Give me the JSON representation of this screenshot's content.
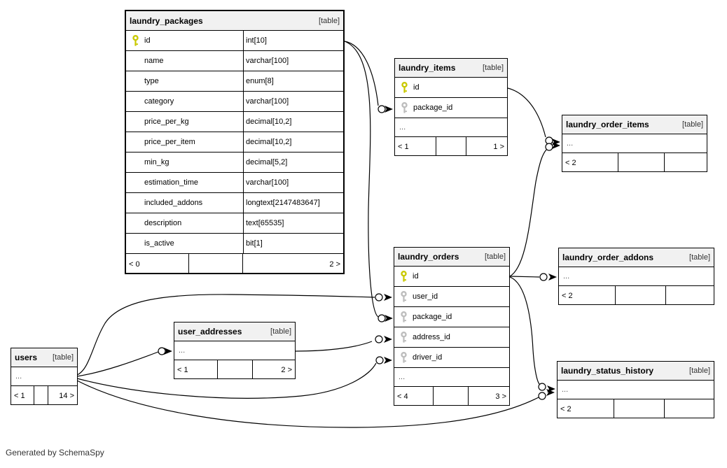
{
  "diagram": {
    "generator_note": "Generated by SchemaSpy",
    "ellipsis_text": "...",
    "colors": {
      "primary_key": "#c9c900",
      "foreign_key": "#bdbdbd",
      "header_bg": "#f1f1f1",
      "border": "#000000"
    },
    "tables": [
      {
        "name": "laundry_packages",
        "tag": "[table]",
        "columns": [
          {
            "name": "id",
            "type": "int[10]",
            "key": "primary"
          },
          {
            "name": "name",
            "type": "varchar[100]",
            "key": ""
          },
          {
            "name": "type",
            "type": "enum[8]",
            "key": ""
          },
          {
            "name": "category",
            "type": "varchar[100]",
            "key": ""
          },
          {
            "name": "price_per_kg",
            "type": "decimal[10,2]",
            "key": ""
          },
          {
            "name": "price_per_item",
            "type": "decimal[10,2]",
            "key": ""
          },
          {
            "name": "min_kg",
            "type": "decimal[5,2]",
            "key": ""
          },
          {
            "name": "estimation_time",
            "type": "varchar[100]",
            "key": ""
          },
          {
            "name": "included_addons",
            "type": "longtext[2147483647]",
            "key": ""
          },
          {
            "name": "description",
            "type": "text[65535]",
            "key": ""
          },
          {
            "name": "is_active",
            "type": "bit[1]",
            "key": ""
          }
        ],
        "has_ellipsis": false,
        "footer_left": "< 0",
        "footer_right": "2 >"
      },
      {
        "name": "laundry_items",
        "tag": "[table]",
        "columns": [
          {
            "name": "id",
            "type": "",
            "key": "primary"
          },
          {
            "name": "package_id",
            "type": "",
            "key": "foreign"
          }
        ],
        "has_ellipsis": true,
        "footer_left": "< 1",
        "footer_right": "1 >"
      },
      {
        "name": "laundry_order_items",
        "tag": "[table]",
        "columns": [],
        "has_ellipsis": true,
        "footer_left": "< 2",
        "footer_right": ""
      },
      {
        "name": "laundry_orders",
        "tag": "[table]",
        "columns": [
          {
            "name": "id",
            "type": "",
            "key": "primary"
          },
          {
            "name": "user_id",
            "type": "",
            "key": "foreign"
          },
          {
            "name": "package_id",
            "type": "",
            "key": "foreign"
          },
          {
            "name": "address_id",
            "type": "",
            "key": "foreign"
          },
          {
            "name": "driver_id",
            "type": "",
            "key": "foreign"
          }
        ],
        "has_ellipsis": true,
        "footer_left": "< 4",
        "footer_right": "3 >"
      },
      {
        "name": "laundry_order_addons",
        "tag": "[table]",
        "columns": [],
        "has_ellipsis": true,
        "footer_left": "< 2",
        "footer_right": ""
      },
      {
        "name": "laundry_status_history",
        "tag": "[table]",
        "columns": [],
        "has_ellipsis": true,
        "footer_left": "< 2",
        "footer_right": ""
      },
      {
        "name": "user_addresses",
        "tag": "[table]",
        "columns": [],
        "has_ellipsis": true,
        "footer_left": "< 1",
        "footer_right": "2 >"
      },
      {
        "name": "users",
        "tag": "[table]",
        "columns": [],
        "has_ellipsis": true,
        "footer_left": "< 1",
        "footer_right": "14 >"
      }
    ],
    "relationships": [
      {
        "from": "laundry_packages.id",
        "to": "laundry_items.package_id"
      },
      {
        "from": "laundry_packages.id",
        "to": "laundry_orders.package_id"
      },
      {
        "from": "laundry_items.id",
        "to": "laundry_order_items"
      },
      {
        "from": "laundry_orders.id",
        "to": "laundry_order_items"
      },
      {
        "from": "laundry_orders.id",
        "to": "laundry_order_addons"
      },
      {
        "from": "laundry_orders.id",
        "to": "laundry_status_history"
      },
      {
        "from": "users",
        "to": "laundry_orders.user_id"
      },
      {
        "from": "users",
        "to": "user_addresses"
      },
      {
        "from": "users",
        "to": "laundry_orders.driver_id"
      },
      {
        "from": "users",
        "to": "laundry_status_history"
      },
      {
        "from": "user_addresses",
        "to": "laundry_orders.address_id"
      }
    ]
  }
}
